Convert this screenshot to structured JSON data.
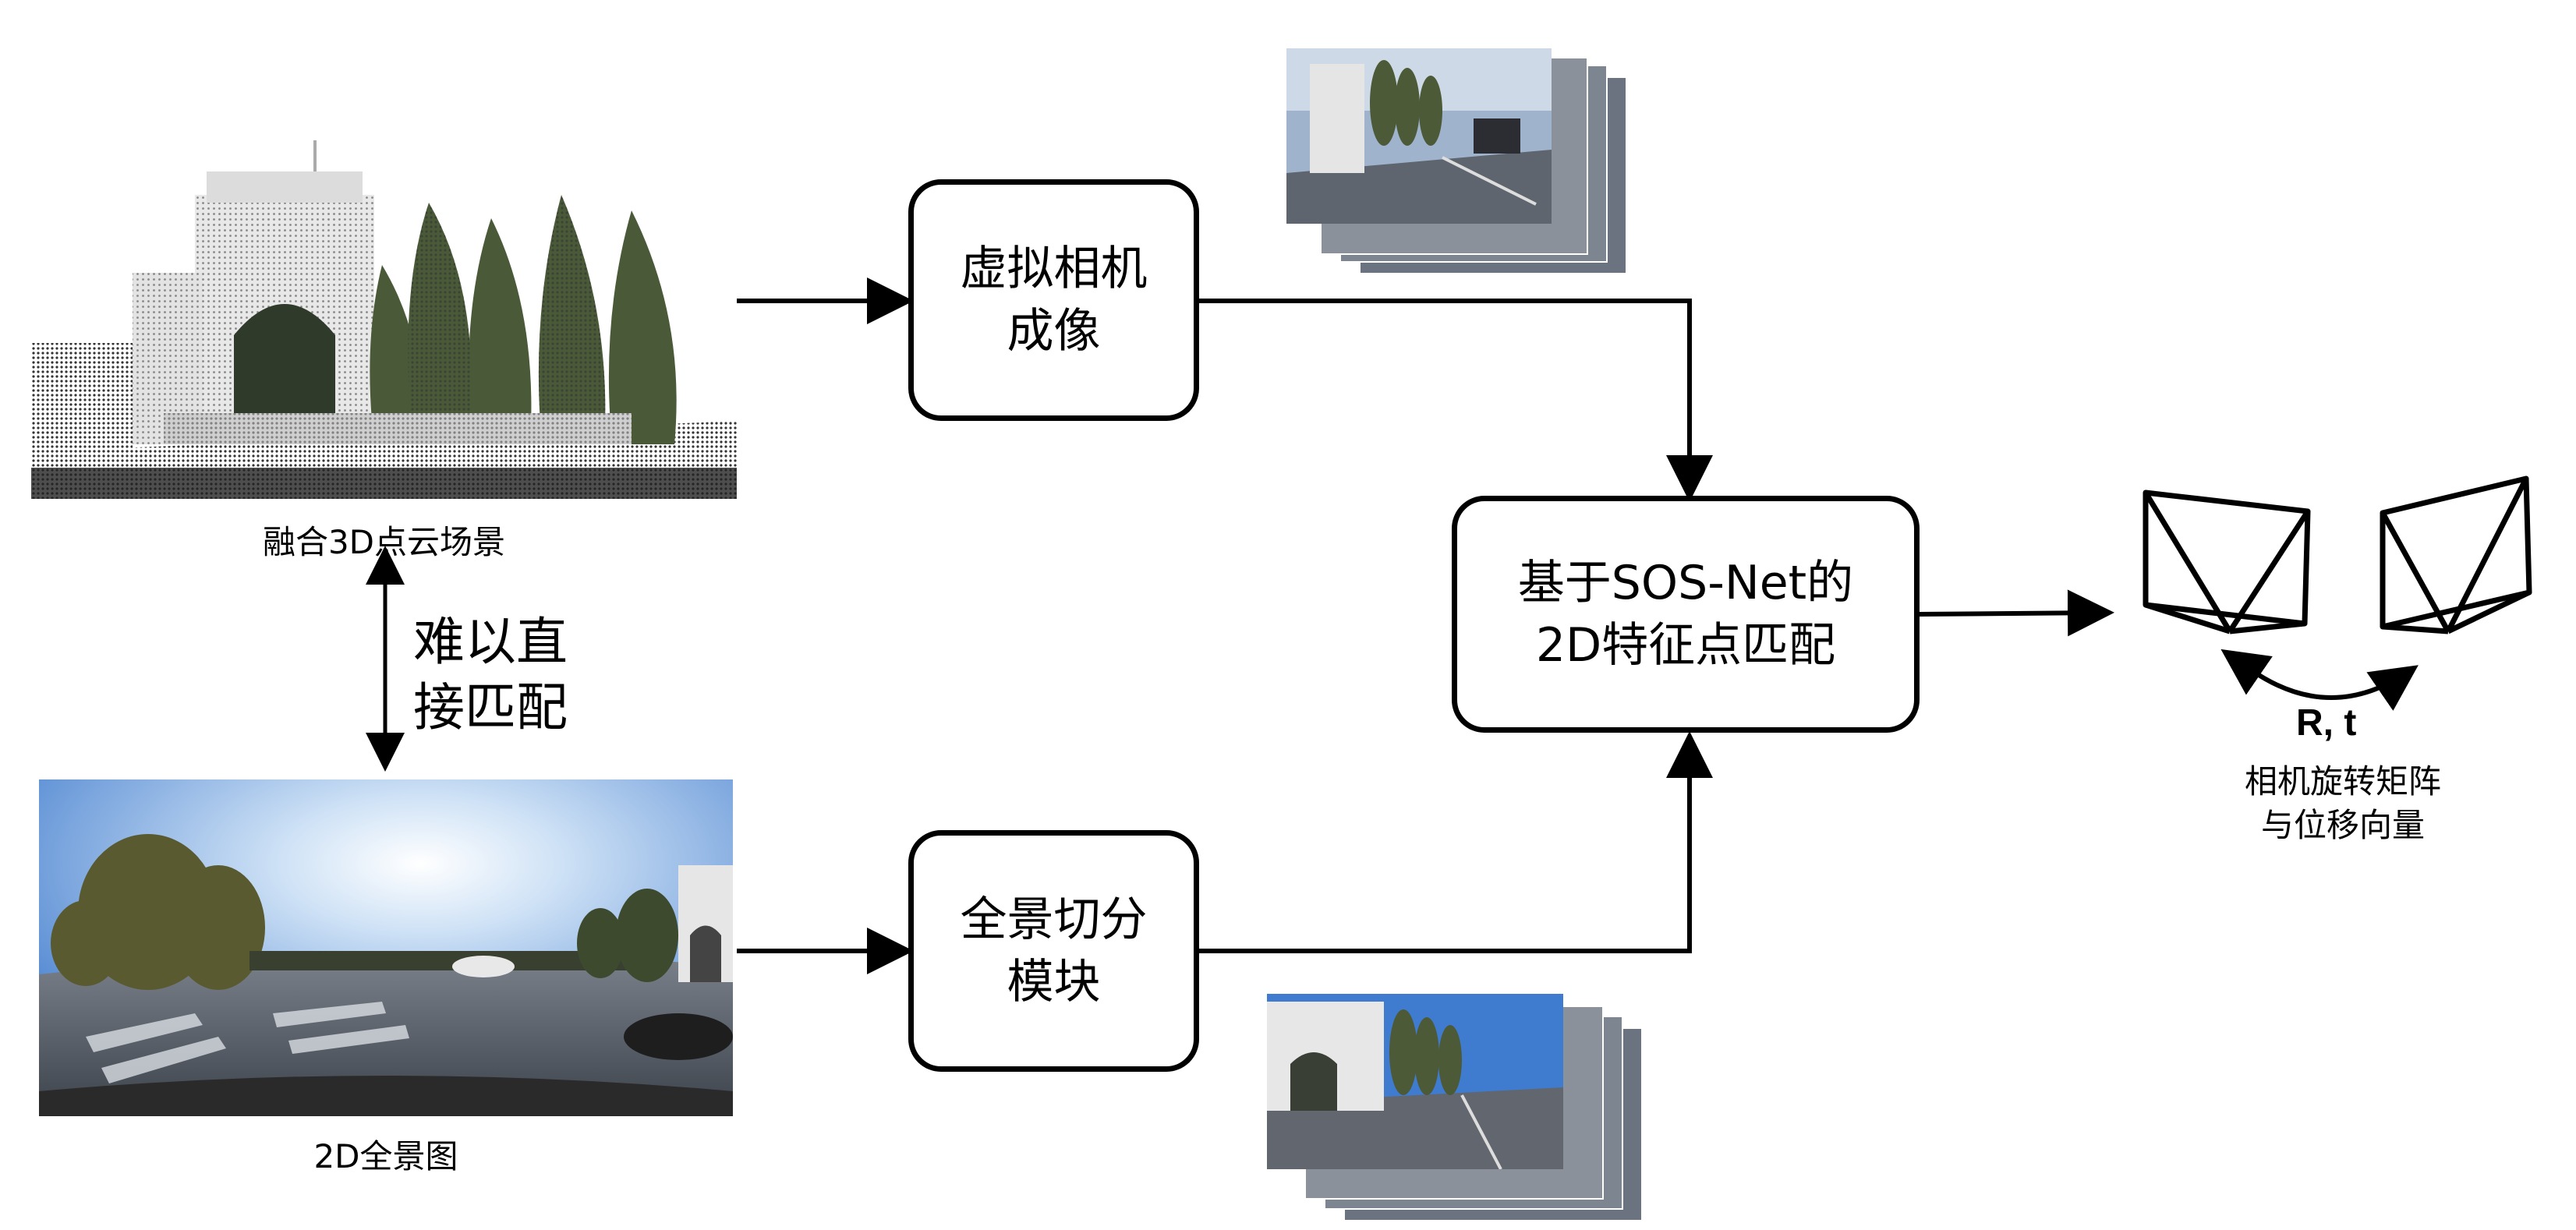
{
  "left": {
    "pointcloud_caption": "融合3D点云场景",
    "panorama_caption": "2D全景图",
    "middle_label_line1": "难以直",
    "middle_label_line2": "接匹配"
  },
  "boxes": {
    "virtual_camera_line1": "虚拟相机",
    "virtual_camera_line2": "成像",
    "panorama_split_line1": "全景切分",
    "panorama_split_line2": "模块",
    "matching_line1": "基于SOS-Net的",
    "matching_line2": "2D特征点匹配"
  },
  "output": {
    "rt_label": "R, t",
    "caption_line1": "相机旋转矩阵",
    "caption_line2": "与位移向量"
  },
  "colors": {
    "line": "#000000",
    "sky": "#4a88d6",
    "road": "#5d6470",
    "tree": "#3f5230"
  }
}
